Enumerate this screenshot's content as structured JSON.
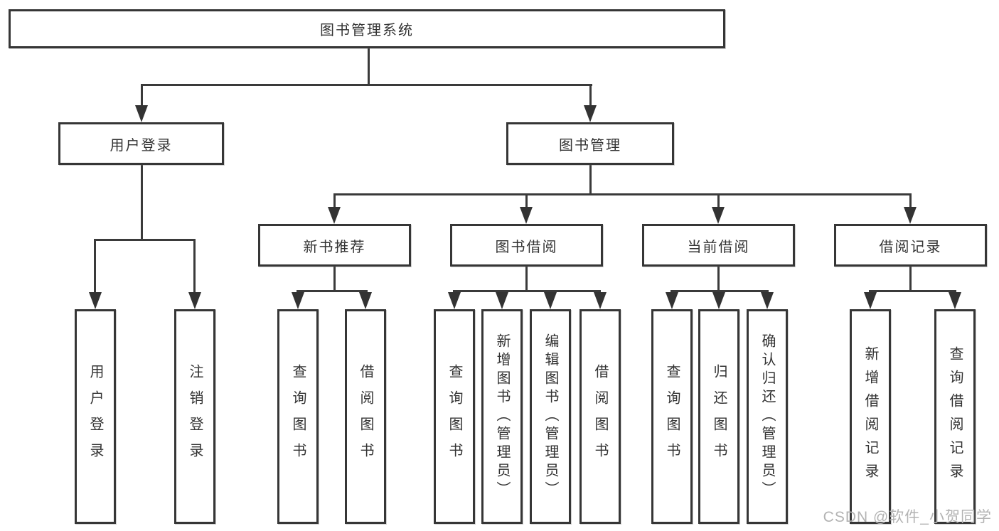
{
  "diagram": {
    "title": "图书管理系统",
    "root": {
      "label": "图书管理系统"
    },
    "level2": [
      {
        "id": "user-login",
        "label": "用户登录"
      },
      {
        "id": "book-management",
        "label": "图书管理"
      }
    ],
    "level3": [
      {
        "id": "new-book-recommend",
        "label": "新书推荐",
        "parent": "图书管理"
      },
      {
        "id": "book-borrowing",
        "label": "图书借阅",
        "parent": "图书管理"
      },
      {
        "id": "current-borrowing",
        "label": "当前借阅",
        "parent": "图书管理"
      },
      {
        "id": "borrowing-records",
        "label": "借阅记录",
        "parent": "图书管理"
      }
    ],
    "leaves": [
      {
        "label": "用户登录",
        "parent": "用户登录"
      },
      {
        "label": "注销登录",
        "parent": "用户登录"
      },
      {
        "label": "查询图书",
        "parent": "新书推荐"
      },
      {
        "label": "借阅图书",
        "parent": "新书推荐"
      },
      {
        "label": "查询图书",
        "parent": "图书借阅"
      },
      {
        "label": "新增图书（管理员）",
        "parent": "图书借阅"
      },
      {
        "label": "编辑图书（管理员）",
        "parent": "图书借阅"
      },
      {
        "label": "借阅图书",
        "parent": "图书借阅"
      },
      {
        "label": "查询图书",
        "parent": "当前借阅"
      },
      {
        "label": "归还图书",
        "parent": "当前借阅"
      },
      {
        "label": "确认归还（管理员）",
        "parent": "当前借阅"
      },
      {
        "label": "新增借阅记录",
        "parent": "借阅记录"
      },
      {
        "label": "查询借阅记录",
        "parent": "借阅记录"
      }
    ]
  },
  "watermark": "CSDN @软件_小贺同学",
  "colors": {
    "line": "#3a3a3a",
    "border": "#363636",
    "text": "#333333",
    "background": "#ffffff",
    "watermark": "#b3b3b3"
  }
}
